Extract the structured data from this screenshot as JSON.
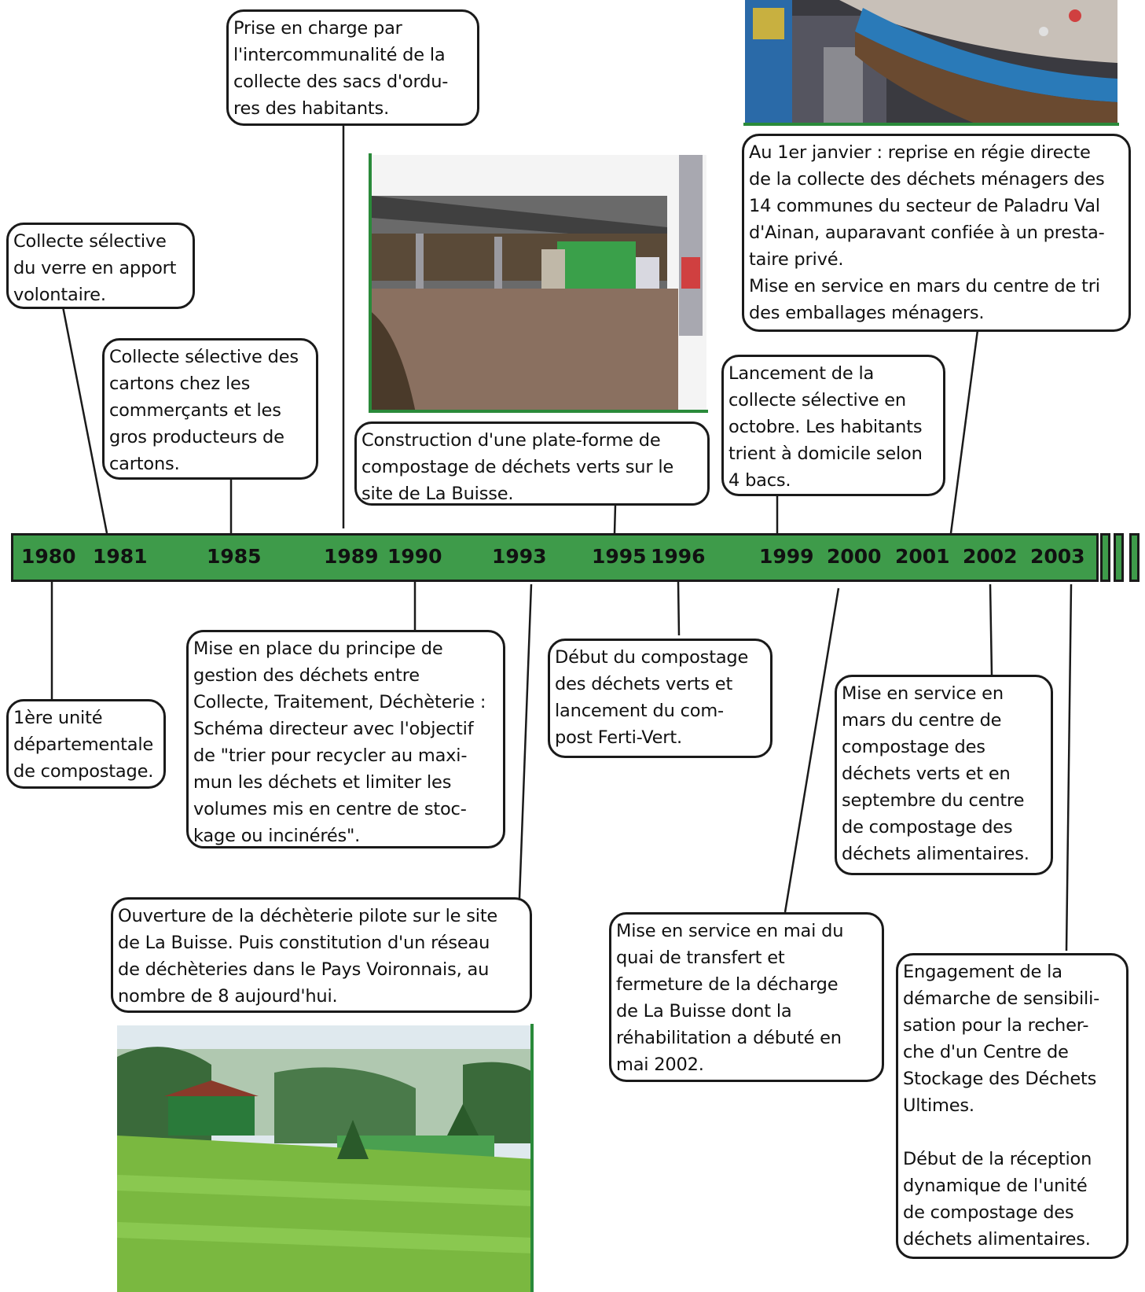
{
  "timeline": {
    "years": [
      "1980",
      "1981",
      "1985",
      "1989",
      "1990",
      "1993",
      "1995",
      "1996",
      "1999",
      "2000",
      "2001",
      "2002",
      "2003"
    ],
    "colors": {
      "bar": "#3e9b4a",
      "border": "#1a1a1a"
    }
  },
  "events": {
    "e1980": "1ère unité\ndépartementale\nde compostage.",
    "e1981": "Collecte sélective\ndu verre en apport\nvolontaire.",
    "e1985": "Collecte sélective des\ncartons chez les\ncommerçants et les\ngros producteurs de\ncartons.",
    "e1989": "Prise en charge par\nl'intercommunalité de la\ncollecte des sacs d'ordu-\nres des habitants.",
    "e1990": "Mise en place du principe de\ngestion des déchets entre\nCollecte, Traitement, Déchèterie :\nSchéma directeur avec l'objectif\nde \"trier pour recycler au maxi-\nmun les déchets et limiter les\nvolumes mis en centre de stoc-\nkage ou incinérés\".",
    "e1993": "Ouverture de la déchèterie pilote sur le site\nde La Buisse. Puis constitution d'un réseau\nde déchèteries dans le Pays Voironnais, au\nnombre de 8 aujourd'hui.",
    "e1995": "Construction d'une plate-forme de\ncompostage de déchets verts sur le\nsite de La Buisse.",
    "e1996": "Début du compostage\ndes déchets verts et\nlancement du com-\npost Ferti-Vert.",
    "e1999": "Lancement de la\ncollecte sélective en\noctobre. Les habitants\ntrient à domicile selon\n4 bacs.",
    "e2000": "Mise en service en mai du\nquai de transfert et\nfermeture de la décharge\nde La Buisse dont la\nréhabilitation a débuté en\nmai 2002.",
    "e2001": "Au 1er janvier : reprise en régie directe\nde la collecte des déchets ménagers des\n14 communes du secteur de Paladru Val\nd'Ainan, auparavant confiée à un presta-\ntaire privé.\nMise en service en mars du centre de tri\ndes emballages ménagers.",
    "e2002": "Mise en service en\nmars du centre de\ncompostage des\ndéchets verts et en\nseptembre du centre\nde compostage des\ndéchets alimentaires.",
    "e2003": "Engagement de la\ndémarche de sensibili-\nsation pour la recher-\nche d'un Centre de\nStockage des Déchets\nUltimes.\n\nDébut de la réception\ndynamique de l'unité\nde compostage des\ndéchets alimentaires."
  }
}
